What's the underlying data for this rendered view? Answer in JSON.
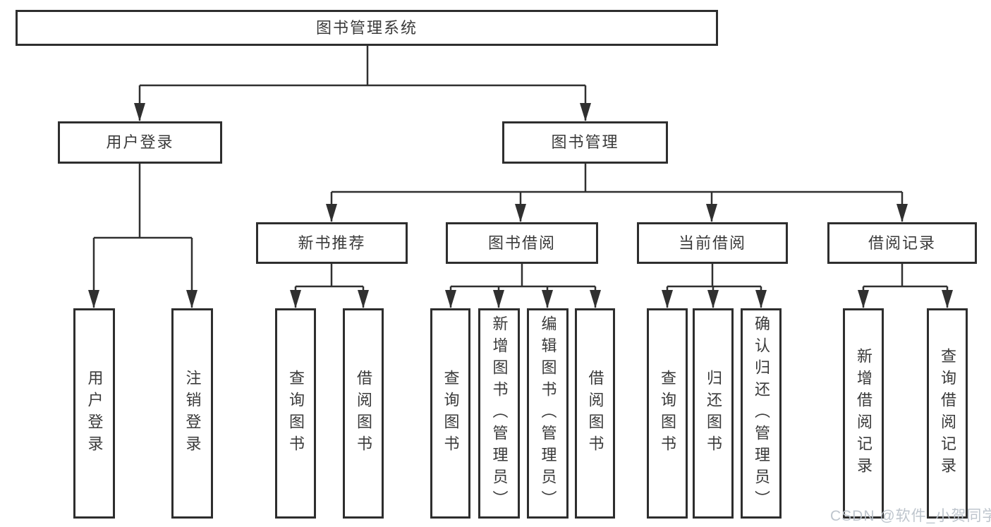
{
  "colors": {
    "line": "#303030",
    "box_border": "#2e2e2e",
    "text": "#3a3a3a",
    "background": "#ffffff",
    "watermark": "#b9c1c9"
  },
  "tree": {
    "root": {
      "label": "图书管理系统"
    },
    "level2": [
      {
        "label": "用户登录",
        "parent": "图书管理系统"
      },
      {
        "label": "图书管理",
        "parent": "图书管理系统"
      }
    ],
    "level3": [
      {
        "label": "新书推荐",
        "parent": "图书管理"
      },
      {
        "label": "图书借阅",
        "parent": "图书管理"
      },
      {
        "label": "当前借阅",
        "parent": "图书管理"
      },
      {
        "label": "借阅记录",
        "parent": "图书管理"
      }
    ],
    "leaves": [
      {
        "label": "用户登录",
        "parent": "用户登录"
      },
      {
        "label": "注销登录",
        "parent": "用户登录"
      },
      {
        "label": "查询图书",
        "parent": "新书推荐"
      },
      {
        "label": "借阅图书",
        "parent": "新书推荐"
      },
      {
        "label": "查询图书",
        "parent": "图书借阅"
      },
      {
        "label": "新增图书（管理员）",
        "parent": "图书借阅"
      },
      {
        "label": "编辑图书（管理员）",
        "parent": "图书借阅"
      },
      {
        "label": "借阅图书",
        "parent": "图书借阅"
      },
      {
        "label": "查询图书",
        "parent": "当前借阅"
      },
      {
        "label": "归还图书",
        "parent": "当前借阅"
      },
      {
        "label": "确认归还（管理员）",
        "parent": "当前借阅"
      },
      {
        "label": "新增借阅记录",
        "parent": "借阅记录"
      },
      {
        "label": "查询借阅记录",
        "parent": "借阅记录"
      }
    ]
  },
  "watermark": {
    "text": "CSDN @软件_小贺同学"
  }
}
